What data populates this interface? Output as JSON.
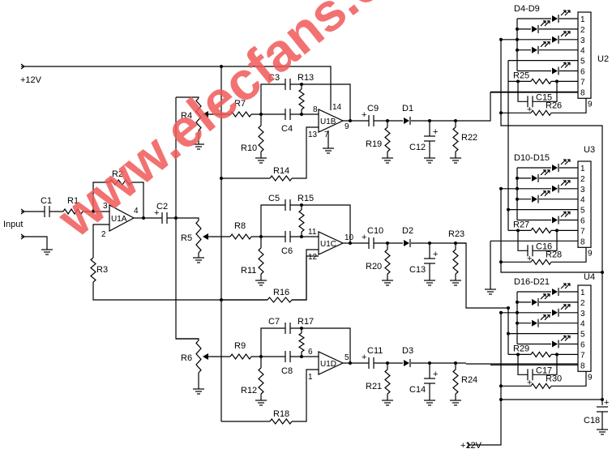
{
  "rails": {
    "top": "+12V",
    "bottom": "+12V"
  },
  "input": "Input",
  "watermark": "www.elecfans.com",
  "labels": {
    "C1": "C1",
    "R1": "R1",
    "R2": "R2",
    "R3": "R3",
    "C2": "C2",
    "U1A": "U1A",
    "R4": "R4",
    "R7": "R7",
    "R10": "R10",
    "R14": "R14",
    "C3": "C3",
    "R13": "R13",
    "C4": "C4",
    "U1B": "U1B",
    "R5": "R5",
    "R8": "R8",
    "R11": "R11",
    "R16": "R16",
    "C5": "C5",
    "R15": "R15",
    "C6": "C6",
    "U1C": "U1C",
    "R6": "R6",
    "R9": "R9",
    "R12": "R12",
    "R18": "R18",
    "C7": "C7",
    "R17": "R17",
    "C8": "C8",
    "U1D": "U1D",
    "C9": "C9",
    "D1": "D1",
    "R19": "R19",
    "C12": "C12",
    "R22": "R22",
    "C10": "C10",
    "D2": "D2",
    "R20": "R20",
    "C13": "C13",
    "R23": "R23",
    "C11": "C11",
    "D3": "D3",
    "R21": "R21",
    "C14": "C14",
    "R24": "R24",
    "U2": "U2",
    "D4_D9": "D4-D9",
    "R25": "R25",
    "C15": "C15",
    "R26": "R26",
    "U3": "U3",
    "D10_D15": "D10-D15",
    "R27": "R27",
    "C16": "C16",
    "R28": "R28",
    "U4": "U4",
    "D16_D21": "D16-D21",
    "R29": "R29",
    "C17": "C17",
    "R30": "R30",
    "C18": "C18",
    "plus": "+"
  },
  "pins": {
    "U1A": [
      "3",
      "2",
      "4"
    ],
    "U1B": [
      "8",
      "13",
      "9",
      "14",
      "7"
    ],
    "U1C": [
      "11",
      "12",
      "10"
    ],
    "U1D": [
      "6",
      "1",
      "5"
    ],
    "U": [
      "1",
      "2",
      "3",
      "4",
      "5",
      "6",
      "7",
      "8",
      "9"
    ]
  }
}
